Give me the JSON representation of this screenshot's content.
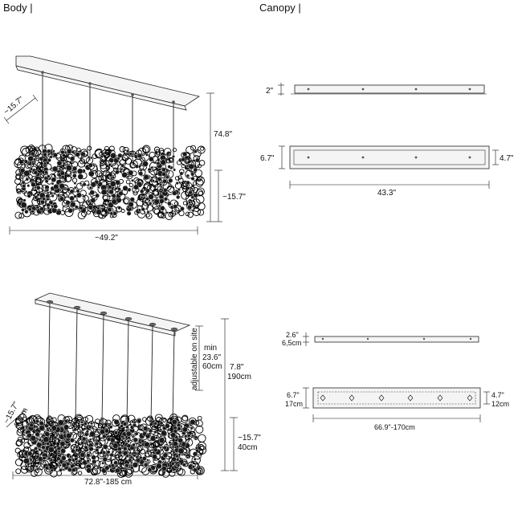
{
  "sections": {
    "body_title": "Body |",
    "canopy_title": "Canopy |"
  },
  "top_body": {
    "depth": "~15.7\"",
    "drop_height": "74.8\"",
    "cluster_height": "~15.7\"",
    "length": "~49.2\""
  },
  "top_canopy": {
    "side_height": "2\"",
    "plan_depth_outer": "6.7\"",
    "plan_depth_inner": "4.7\"",
    "plan_length": "43.3\""
  },
  "bottom_body": {
    "depth_in": "~15.7\"",
    "depth_cm": "40 cm",
    "adjustable_label": "adjustable on site",
    "min_label": "min",
    "min_in": "23.6\"",
    "min_cm": "60cm",
    "drop_in": "7.8\"",
    "drop_cm": "190cm",
    "cluster_in": "~15.7\"",
    "cluster_cm": "40cm",
    "length": "72.8\"-185 cm"
  },
  "bottom_canopy": {
    "side_height_in": "2.6\"",
    "side_height_cm": "6,5cm",
    "plan_depth_outer_in": "6.7\"",
    "plan_depth_outer_cm": "17cm",
    "plan_depth_inner_in": "4.7\"",
    "plan_depth_inner_cm": "12cm",
    "plan_length": "66.9\"-170cm"
  },
  "colors": {
    "line": "#111111",
    "cluster": "#1a1a1a",
    "plate": "#f4f4f4"
  }
}
